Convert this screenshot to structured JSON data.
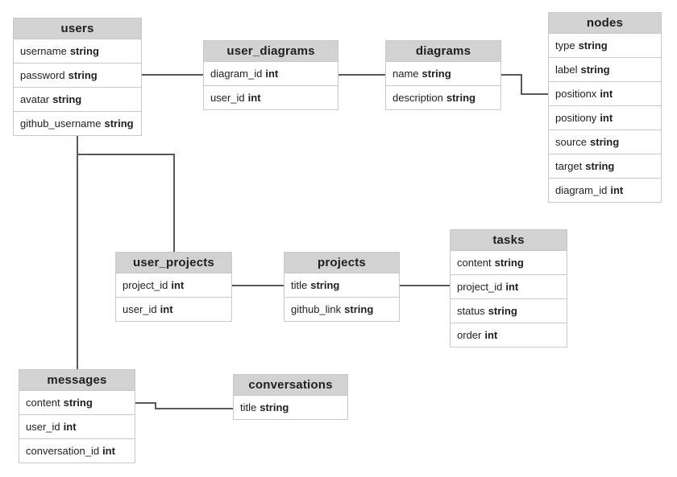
{
  "diagram": {
    "colors": {
      "header_bg": "#d2d2d2",
      "row_bg": "#ffffff",
      "border": "#c8c8c8",
      "connector": "#595959",
      "text": "#1f1f1f"
    },
    "tables": {
      "users": {
        "title": "users",
        "fields": [
          {
            "name": "username",
            "type": "string"
          },
          {
            "name": "password",
            "type": "string"
          },
          {
            "name": "avatar",
            "type": "string"
          },
          {
            "name": "github_username",
            "type": "string"
          }
        ]
      },
      "user_diagrams": {
        "title": "user_diagrams",
        "fields": [
          {
            "name": "diagram_id",
            "type": "int"
          },
          {
            "name": "user_id",
            "type": "int"
          }
        ]
      },
      "diagrams": {
        "title": "diagrams",
        "fields": [
          {
            "name": "name",
            "type": "string"
          },
          {
            "name": "description",
            "type": "string"
          }
        ]
      },
      "nodes": {
        "title": "nodes",
        "fields": [
          {
            "name": "type",
            "type": "string"
          },
          {
            "name": "label",
            "type": "string"
          },
          {
            "name": "positionx",
            "type": "int"
          },
          {
            "name": "positiony",
            "type": "int"
          },
          {
            "name": "source",
            "type": "string"
          },
          {
            "name": "target",
            "type": "string"
          },
          {
            "name": "diagram_id",
            "type": "int"
          }
        ]
      },
      "user_projects": {
        "title": "user_projects",
        "fields": [
          {
            "name": "project_id",
            "type": "int"
          },
          {
            "name": "user_id",
            "type": "int"
          }
        ]
      },
      "projects": {
        "title": "projects",
        "fields": [
          {
            "name": "title",
            "type": "string"
          },
          {
            "name": "github_link",
            "type": "string"
          }
        ]
      },
      "tasks": {
        "title": "tasks",
        "fields": [
          {
            "name": "content",
            "type": "string"
          },
          {
            "name": "project_id",
            "type": "int"
          },
          {
            "name": "status",
            "type": "string"
          },
          {
            "name": "order",
            "type": "int"
          }
        ]
      },
      "messages": {
        "title": "messages",
        "fields": [
          {
            "name": "content",
            "type": "string"
          },
          {
            "name": "user_id",
            "type": "int"
          },
          {
            "name": "conversation_id",
            "type": "int"
          }
        ]
      },
      "conversations": {
        "title": "conversations",
        "fields": [
          {
            "name": "title",
            "type": "string"
          }
        ]
      }
    },
    "relationships": [
      {
        "from": "users.password",
        "to": "user_diagrams.diagram_id"
      },
      {
        "from": "user_diagrams.diagram_id",
        "to": "diagrams.name"
      },
      {
        "from": "diagrams.name",
        "to": "nodes.positionx"
      },
      {
        "from": "users",
        "to": "user_projects"
      },
      {
        "from": "users",
        "to": "messages"
      },
      {
        "from": "user_projects.project_id",
        "to": "projects.title"
      },
      {
        "from": "projects.title",
        "to": "tasks.project_id"
      },
      {
        "from": "messages.content",
        "to": "conversations.title"
      }
    ]
  }
}
